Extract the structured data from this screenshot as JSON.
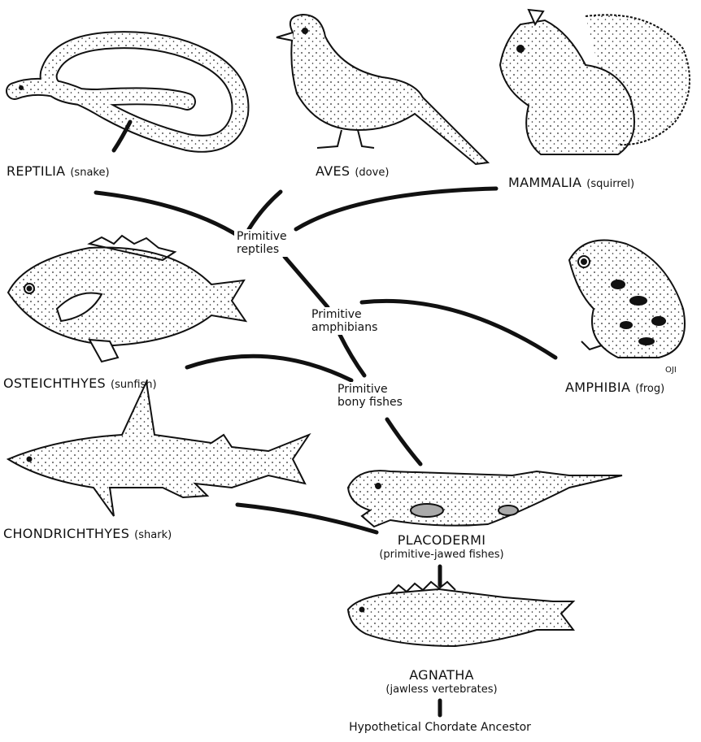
{
  "classes": {
    "reptilia": {
      "name": "REPTILIA",
      "example": "(snake)"
    },
    "aves": {
      "name": "AVES",
      "example": "(dove)"
    },
    "mammalia": {
      "name": "MAMMALIA",
      "example": "(squirrel)"
    },
    "osteichthyes": {
      "name": "OSTEICHTHYES",
      "example": "(sunfish)"
    },
    "amphibia": {
      "name": "AMPHIBIA",
      "example": "(frog)"
    },
    "chondrichthyes": {
      "name": "CHONDRICHTHYES",
      "example": "(shark)"
    },
    "placodermi": {
      "name": "PLACODERMI",
      "example": "(primitive-jawed fishes)"
    },
    "agnatha": {
      "name": "AGNATHA",
      "example": "(jawless vertebrates)"
    }
  },
  "nodes": {
    "primitive_reptiles": {
      "line1": "Primitive",
      "line2": "reptiles"
    },
    "primitive_amphibians": {
      "line1": "Primitive",
      "line2": "amphibians"
    },
    "primitive_bony_fishes": {
      "line1": "Primitive",
      "line2": "bony fishes"
    },
    "ancestor": "Hypothetical Chordate Ancestor"
  },
  "artist_mark": "OJI",
  "icons": [
    "snake-illustration",
    "dove-illustration",
    "squirrel-illustration",
    "sunfish-illustration",
    "frog-illustration",
    "shark-illustration",
    "placoderm-illustration",
    "agnathan-illustration"
  ]
}
